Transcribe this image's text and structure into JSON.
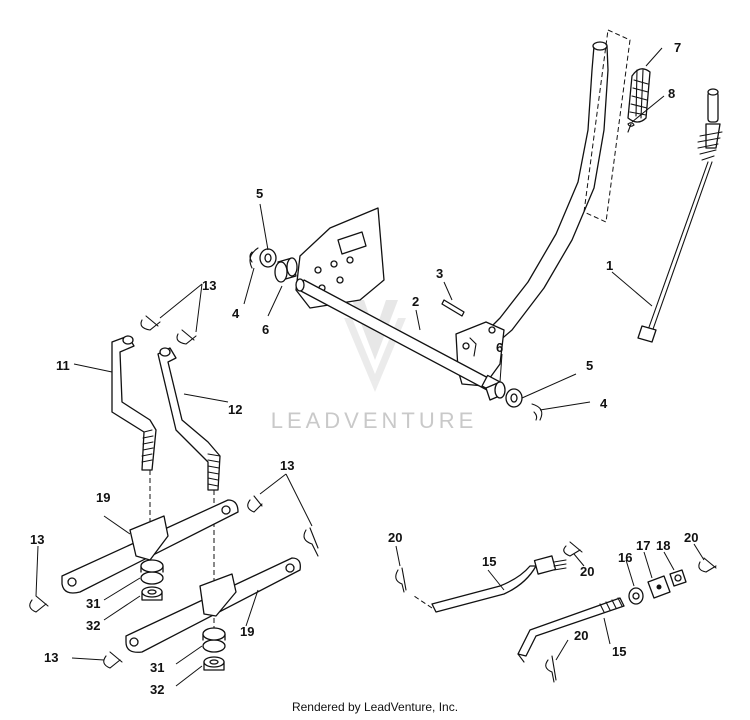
{
  "watermark": {
    "brand": "LEADVENTURE"
  },
  "footer": {
    "text": "Rendered by LeadVenture, Inc."
  },
  "callouts": {
    "c1": "1",
    "c2": "2",
    "c3": "3",
    "c4a": "4",
    "c4b": "4",
    "c5a": "5",
    "c5b": "5",
    "c6a": "6",
    "c6b": "6",
    "c7": "7",
    "c8": "8",
    "c11": "11",
    "c12": "12",
    "c13a": "13",
    "c13b": "13",
    "c13c": "13",
    "c13d": "13",
    "c15a": "15",
    "c15b": "15",
    "c16": "16",
    "c17": "17",
    "c18": "18",
    "c19a": "19",
    "c19b": "19",
    "c20a": "20",
    "c20b": "20",
    "c20c": "20",
    "c20d": "20",
    "c31a": "31",
    "c31b": "31",
    "c32a": "32",
    "c32b": "32"
  },
  "icons": {
    "watermark_logo": "leadventure-logo-icon"
  }
}
